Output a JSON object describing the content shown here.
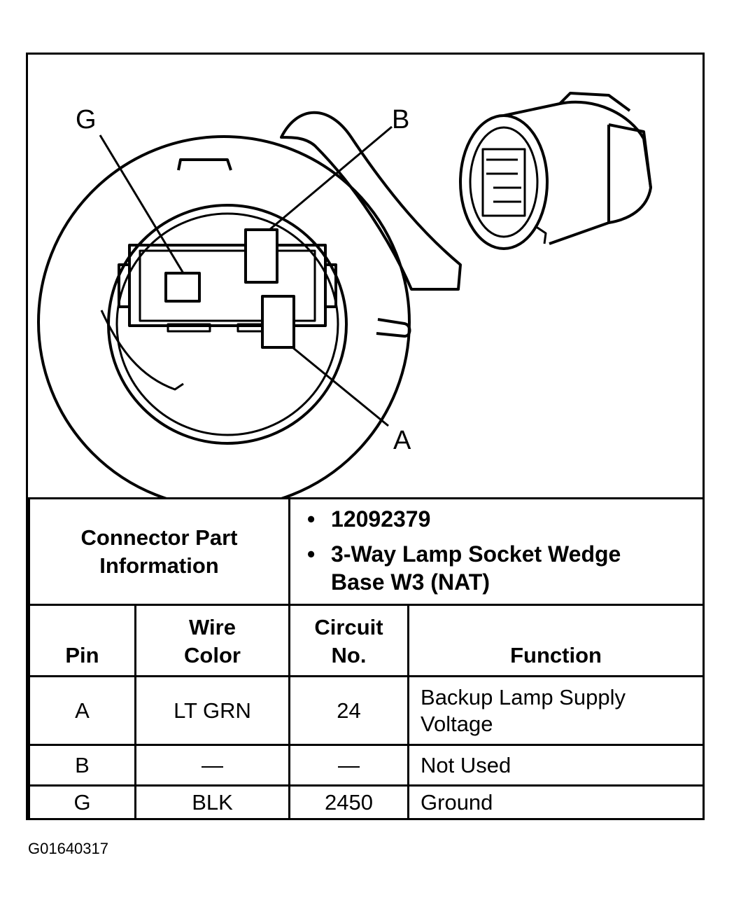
{
  "diagram": {
    "pin_labels": {
      "g": "G",
      "b": "B",
      "a": "A"
    }
  },
  "connector_info": {
    "label_line1": "Connector Part",
    "label_line2": "Information",
    "part_number": "12092379",
    "description_line1": "3-Way Lamp Socket Wedge",
    "description_line2": "Base W3 (NAT)"
  },
  "pin_table": {
    "headers": {
      "pin": "Pin",
      "wire_color_line1": "Wire",
      "wire_color_line2": "Color",
      "circuit_line1": "Circuit",
      "circuit_line2": "No.",
      "function": "Function"
    },
    "rows": [
      {
        "pin": "A",
        "wire_color": "LT GRN",
        "circuit": "24",
        "function_line1": "Backup Lamp Supply",
        "function_line2": "Voltage"
      },
      {
        "pin": "B",
        "wire_color": "—",
        "circuit": "—",
        "function_line1": "Not Used",
        "function_line2": ""
      },
      {
        "pin": "G",
        "wire_color": "BLK",
        "circuit": "2450",
        "function_line1": "Ground",
        "function_line2": ""
      }
    ]
  },
  "figure_id": "G01640317"
}
